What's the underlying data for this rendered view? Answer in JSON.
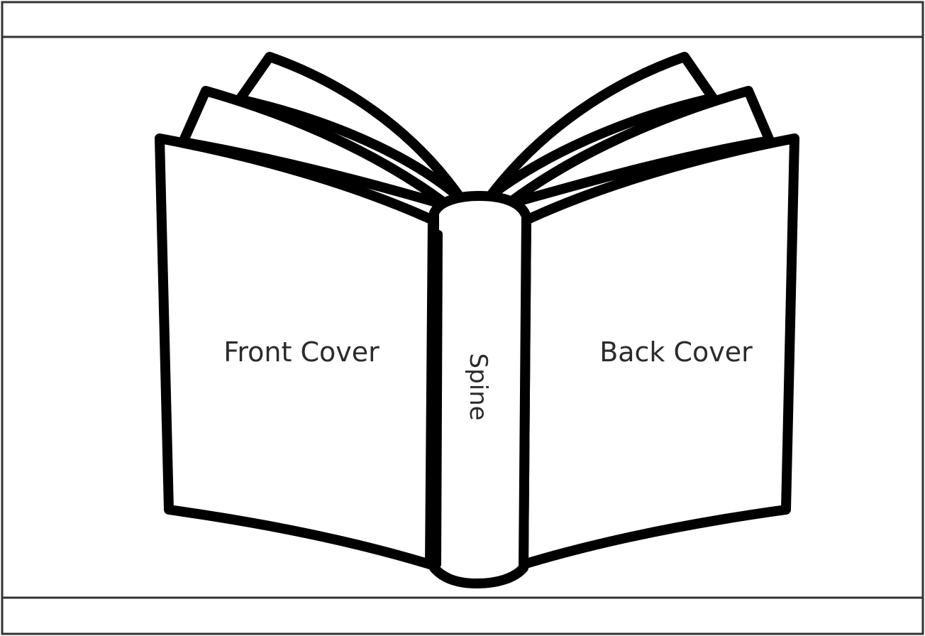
{
  "diagram": {
    "front_cover_label": "Front Cover",
    "spine_label": "Spine",
    "back_cover_label": "Back Cover"
  },
  "colors": {
    "stroke": "#000000",
    "text": "#2b2b2b",
    "background": "#ffffff",
    "frame": "#333333"
  }
}
